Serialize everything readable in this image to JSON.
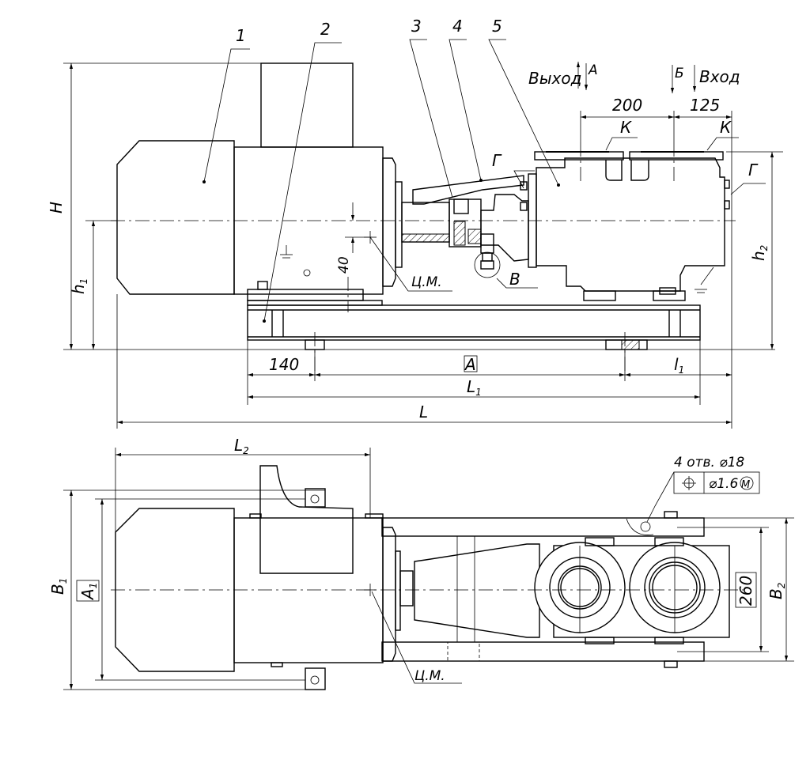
{
  "drawing": {
    "type": "pump-unit-general-arrangement",
    "views": [
      "side-elevation",
      "plan"
    ]
  },
  "part_numbers": [
    "1",
    "2",
    "3",
    "4",
    "5"
  ],
  "flow_labels": {
    "outlet": "Выход",
    "outlet_arrow": "А",
    "inlet_arrow": "Б",
    "inlet": "Вход"
  },
  "callouts": {
    "flange_k": "К",
    "flange_k2": "К",
    "g_left": "Г",
    "g_right": "Г",
    "detail_v": "В",
    "center_mass": "Ц.М.",
    "center_mass_plan": "Ц.М."
  },
  "dimensions": {
    "nozzle_spacing": "200",
    "inlet_offset": "125",
    "cm_offset": "40",
    "foot_offset": "140",
    "base_A": "А",
    "l1_main": "l",
    "l1_sub": "1",
    "L1_main": "L",
    "L1_sub": "1",
    "L": "L",
    "H": "H",
    "h1_main": "h",
    "h1_sub": "1",
    "h2_main": "h",
    "h2_sub": "2",
    "L2_main": "L",
    "L2_sub": "2",
    "B1_main": "B",
    "B1_sub": "1",
    "A1_main": "A",
    "A1_sub": "1",
    "B2_main": "B",
    "B2_sub": "2",
    "width_260": "260"
  },
  "hole_note": {
    "text": "4 отв. ⌀18",
    "tolerance_symbol": "⌖",
    "tolerance_value": "⌀1.6",
    "modifier": "M"
  }
}
